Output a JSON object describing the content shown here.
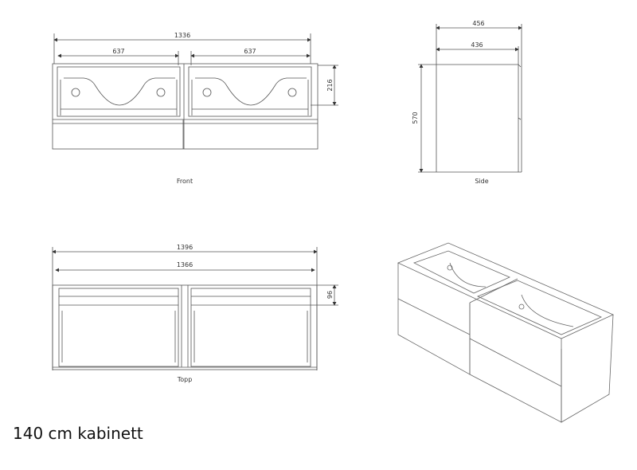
{
  "title": "140 cm kabinett",
  "views": {
    "front": {
      "caption": "Front",
      "dims": {
        "overall_width": "1336",
        "left_basin": "637",
        "right_basin": "637",
        "basin_depth": "216"
      }
    },
    "side": {
      "caption": "Side",
      "dims": {
        "total_depth": "456",
        "body_depth": "436",
        "height": "570"
      }
    },
    "top": {
      "caption": "Topp",
      "dims": {
        "overall_width": "1396",
        "inner_width": "1366",
        "rail_depth": "96"
      }
    },
    "iso": {
      "caption": ""
    }
  }
}
